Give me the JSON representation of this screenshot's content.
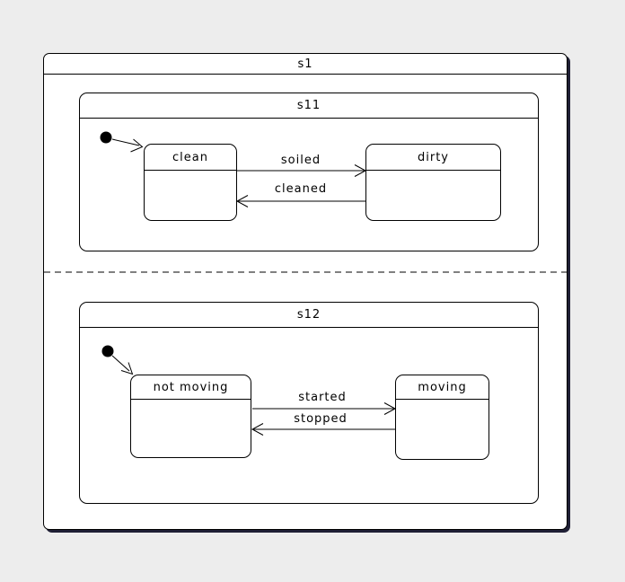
{
  "diagram": {
    "s1": {
      "label": "s1"
    },
    "regions": [
      {
        "label": "s11",
        "initial_marker": "initial-state-dot",
        "states": [
          {
            "label": "clean"
          },
          {
            "label": "dirty"
          }
        ],
        "transitions": [
          {
            "label": "soiled",
            "from": "clean",
            "to": "dirty"
          },
          {
            "label": "cleaned",
            "from": "dirty",
            "to": "clean"
          }
        ]
      },
      {
        "label": "s12",
        "initial_marker": "initial-state-dot",
        "states": [
          {
            "label": "not moving"
          },
          {
            "label": "moving"
          }
        ],
        "transitions": [
          {
            "label": "started",
            "from": "not moving",
            "to": "moving"
          },
          {
            "label": "stopped",
            "from": "moving",
            "to": "not moving"
          }
        ]
      }
    ],
    "colors": {
      "page_background": "#ededed",
      "state_fill": "#ffffff",
      "line": "#000000",
      "shadow": "#1f1f35"
    }
  }
}
